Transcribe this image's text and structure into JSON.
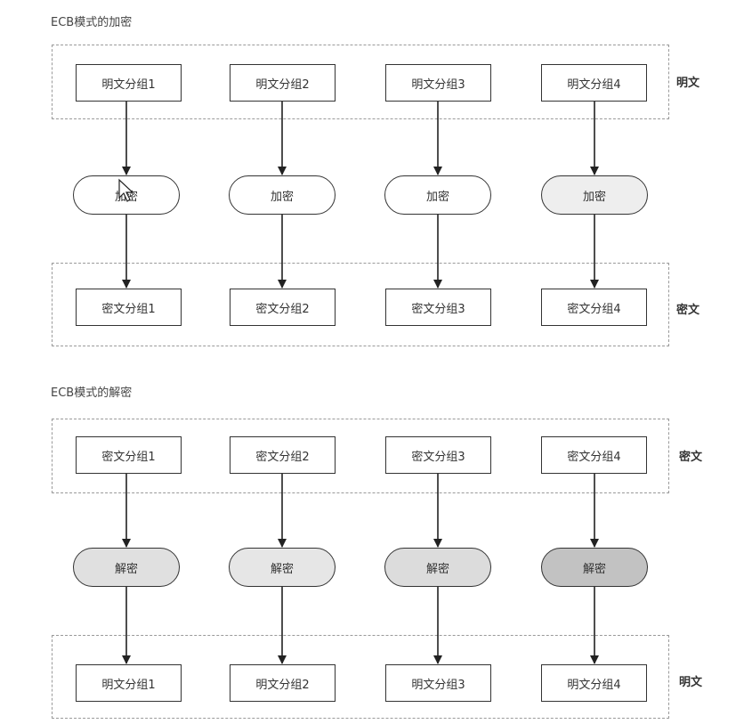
{
  "encrypt": {
    "title": "ECB模式的加密",
    "inputs": [
      "明文分组1",
      "明文分组2",
      "明文分组3",
      "明文分组4"
    ],
    "input_label": "明文",
    "op": [
      "加密",
      "加密",
      "加密",
      "加密"
    ],
    "op_fills": [
      "#ffffff",
      "#ffffff",
      "#ffffff",
      "#eeeeee"
    ],
    "outputs": [
      "密文分组1",
      "密文分组2",
      "密文分组3",
      "密文分组4"
    ],
    "output_label": "密文"
  },
  "decrypt": {
    "title": "ECB模式的解密",
    "inputs": [
      "密文分组1",
      "密文分组2",
      "密文分组3",
      "密文分组4"
    ],
    "input_label": "密文",
    "op": [
      "解密",
      "解密",
      "解密",
      "解密"
    ],
    "op_fills": [
      "#e0e0e0",
      "#e6e6e6",
      "#dcdcdc",
      "#c2c2c2"
    ],
    "outputs": [
      "明文分组1",
      "明文分组2",
      "明文分组3",
      "明文分组4"
    ],
    "output_label": "明文"
  }
}
